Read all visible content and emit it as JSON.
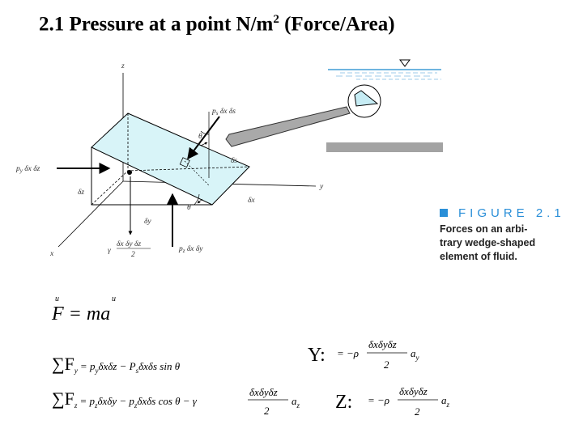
{
  "title": {
    "main": "2.1 Pressure at a point N/m",
    "exp": "2",
    "rest": " (Force/Area)"
  },
  "figure": {
    "header": "FIGURE 2.1",
    "caption": [
      "Forces on an arbi-",
      "trary wedge-shaped",
      "element of fluid."
    ],
    "accent": "#2a8fd8",
    "plane_fill": "#d8f4f8"
  },
  "diagram": {
    "axis_z": "z",
    "axis_y": "y",
    "axis_x": "x",
    "ps_label": "p",
    "ps_sub": "s",
    "ps_rest": " δx δs",
    "py_label": "p",
    "py_sub": "y",
    "py_rest": " δx δz",
    "pz_label": "p",
    "pz_sub": "z",
    "pz_rest": " δx δy",
    "ds": "δs",
    "dz": "δz",
    "dx": "δx",
    "dy": "δy",
    "theta": "θ",
    "weight_gamma": "γ",
    "weight_num": "δx δy δz",
    "weight_den": "2"
  },
  "equations": {
    "newton": "F = ma",
    "y_label": "Y:",
    "z_label": "Z:",
    "sum_fy": "∑F",
    "sum_fy_sub": "y",
    "sum_fy_rhs": "= p",
    "sum_fy_rhs_sub": "y",
    "sum_fy_rest": "δxδz − P",
    "sum_fy_rest_sub": "s",
    "sum_fy_tail": "δxδs sin θ",
    "sum_fz": "∑F",
    "sum_fz_sub": "z",
    "sum_fz_rhs": "= p",
    "sum_fz_rhs_sub": "z",
    "sum_fz_rest": "δxδy − p",
    "sum_fz_rest_sub": "z",
    "sum_fz_tail": "δxδs cos θ − γ",
    "frac_num": "δxδyδz",
    "frac_den": "2",
    "a_y": "a",
    "a_y_sub": "y",
    "a_z": "a",
    "a_z_sub": "z",
    "neg_rho": "= −ρ"
  }
}
